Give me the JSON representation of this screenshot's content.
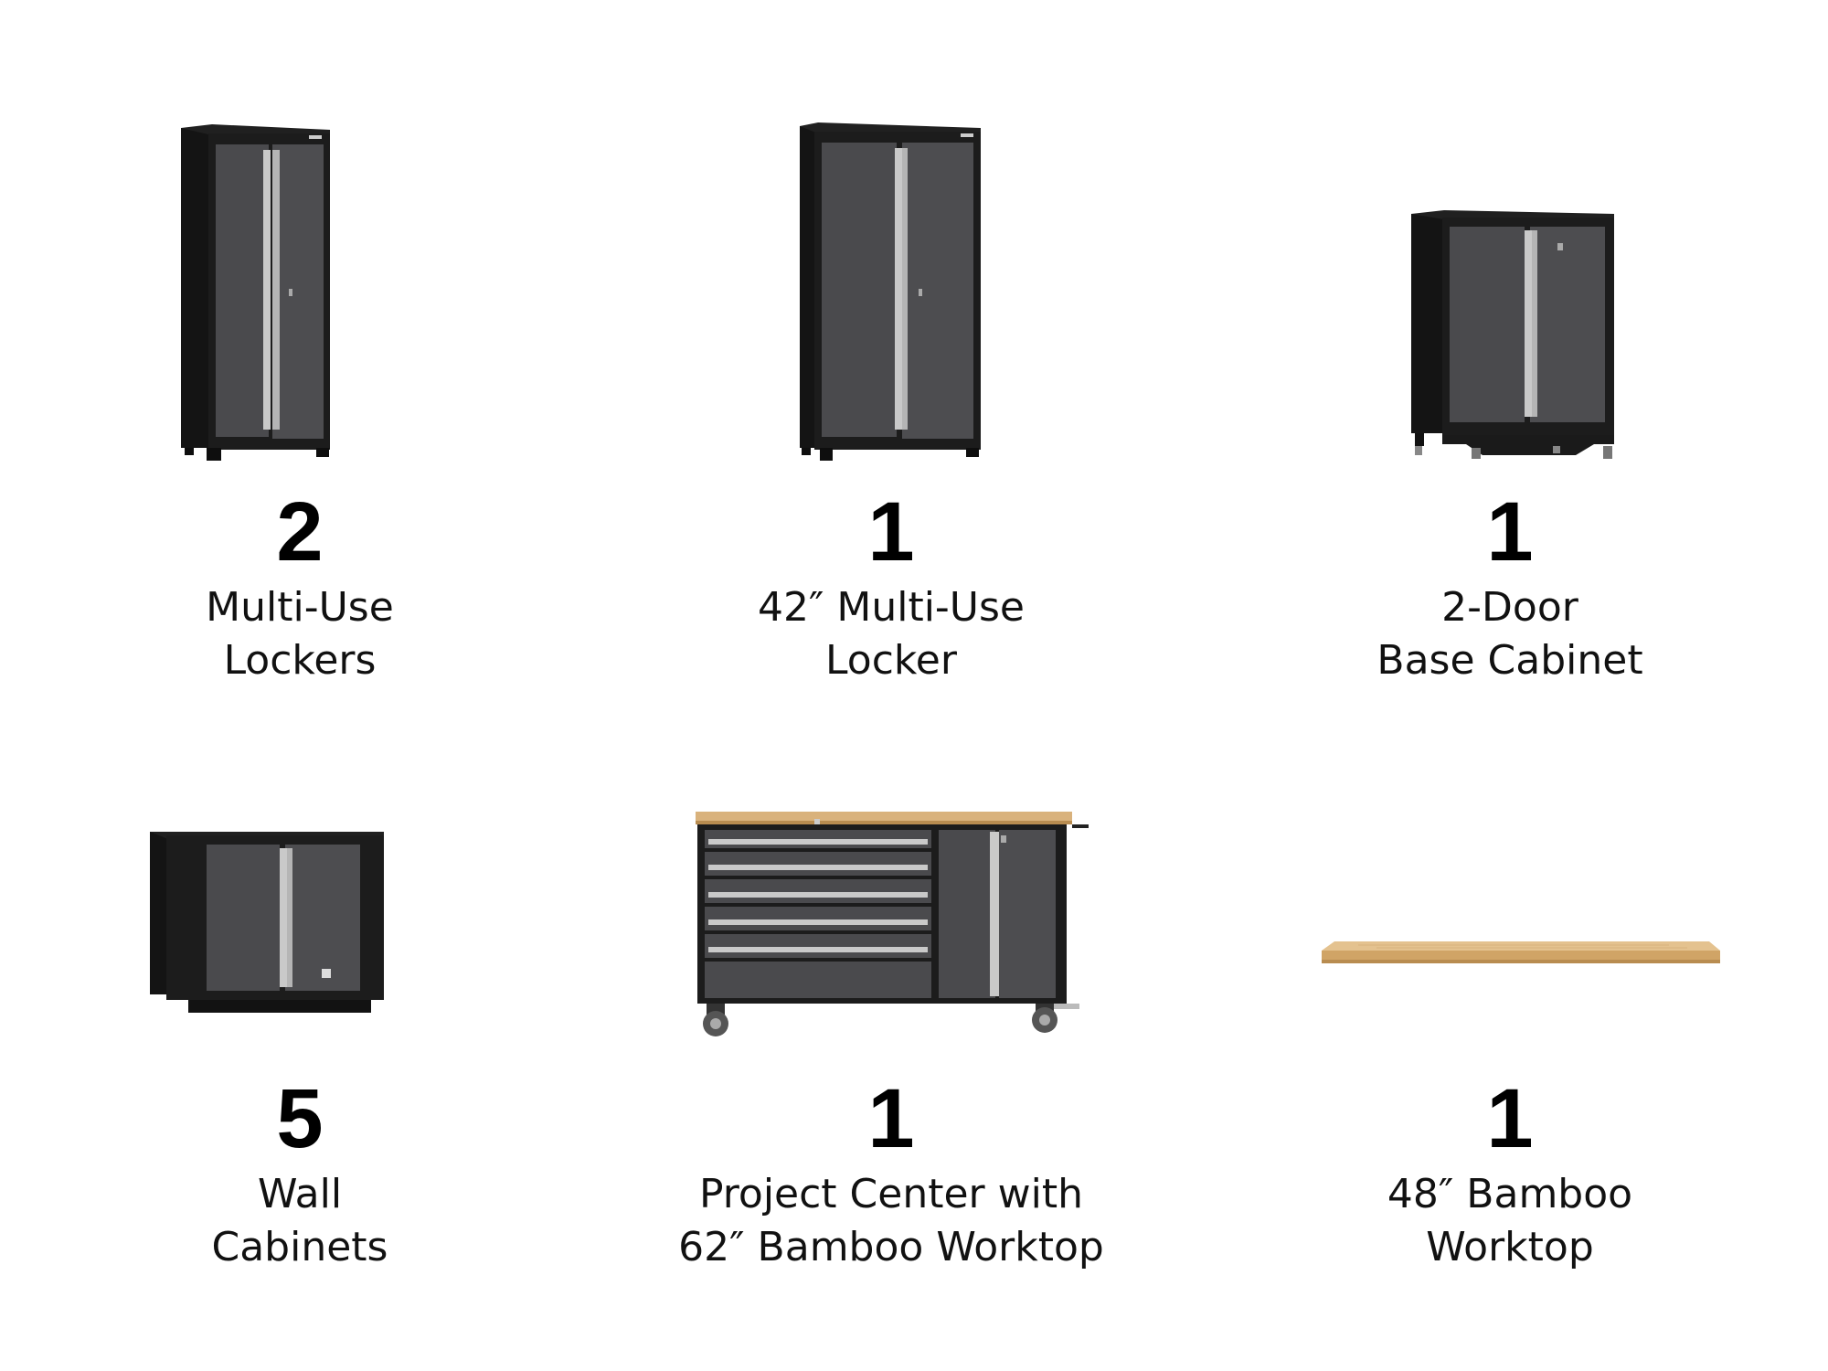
{
  "products": [
    {
      "icon": "tall-locker-icon",
      "quantity": "2",
      "label_lines": [
        "Multi-Use",
        "Lockers"
      ]
    },
    {
      "icon": "wide-locker-icon",
      "quantity": "1",
      "label_lines": [
        "42″ Multi-Use",
        "Locker"
      ]
    },
    {
      "icon": "base-cabinet-icon",
      "quantity": "1",
      "label_lines": [
        "2-Door",
        "Base Cabinet"
      ]
    },
    {
      "icon": "wall-cabinet-icon",
      "quantity": "5",
      "label_lines": [
        "Wall",
        "Cabinets"
      ]
    },
    {
      "icon": "project-center-icon",
      "quantity": "1",
      "label_lines": [
        "Project Center with",
        "62″ Bamboo Worktop"
      ]
    },
    {
      "icon": "bamboo-worktop-icon",
      "quantity": "1",
      "label_lines": [
        "48″ Bamboo",
        "Worktop"
      ]
    }
  ],
  "colors": {
    "background": "#ffffff",
    "cabinet_body": "#1c1c1c",
    "cabinet_door": "#4a4a4d",
    "handle": "#c9c9c9",
    "bamboo": "#d9b27c",
    "text": "#000000"
  }
}
